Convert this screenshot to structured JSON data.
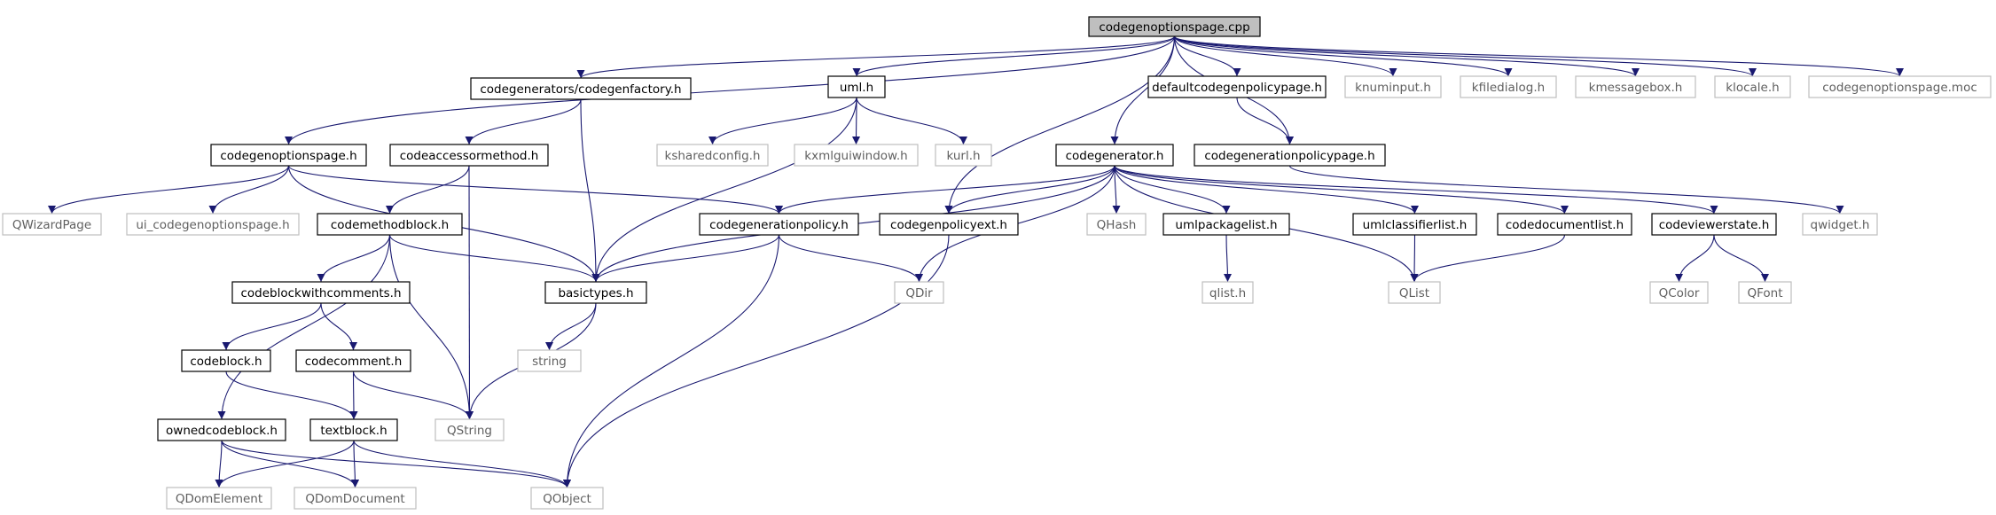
{
  "diagram": {
    "type": "include-dependency-graph",
    "colors": {
      "edge": "#191970",
      "root_fill": "#bfbfbf",
      "node_border": "#000000",
      "external_border": "#bfbfbf",
      "external_text": "#606060"
    },
    "nodes": [
      {
        "id": "root",
        "label": "codegenoptionspage.cpp",
        "kind": "root"
      },
      {
        "id": "codegenfactory",
        "label": "codegenerators/codegenfactory.h",
        "kind": "internal"
      },
      {
        "id": "umlh",
        "label": "uml.h",
        "kind": "internal"
      },
      {
        "id": "defaultpolicypage",
        "label": "defaultcodegenpolicypage.h",
        "kind": "internal"
      },
      {
        "id": "knuminput",
        "label": "knuminput.h",
        "kind": "external"
      },
      {
        "id": "kfiledialog",
        "label": "kfiledialog.h",
        "kind": "external"
      },
      {
        "id": "kmessagebox",
        "label": "kmessagebox.h",
        "kind": "external"
      },
      {
        "id": "klocale",
        "label": "klocale.h",
        "kind": "external"
      },
      {
        "id": "optmoc",
        "label": "codegenoptionspage.moc",
        "kind": "external"
      },
      {
        "id": "optpageh",
        "label": "codegenoptionspage.h",
        "kind": "internal"
      },
      {
        "id": "accessor",
        "label": "codeaccessormethod.h",
        "kind": "internal"
      },
      {
        "id": "ksharedconfig",
        "label": "ksharedconfig.h",
        "kind": "external"
      },
      {
        "id": "kxmlgui",
        "label": "kxmlguiwindow.h",
        "kind": "external"
      },
      {
        "id": "kurl",
        "label": "kurl.h",
        "kind": "external"
      },
      {
        "id": "generator",
        "label": "codegenerator.h",
        "kind": "internal"
      },
      {
        "id": "policypage",
        "label": "codegenerationpolicypage.h",
        "kind": "internal"
      },
      {
        "id": "qwizard",
        "label": "QWizardPage",
        "kind": "external"
      },
      {
        "id": "uiopt",
        "label": "ui_codegenoptionspage.h",
        "kind": "external"
      },
      {
        "id": "methodblock",
        "label": "codemethodblock.h",
        "kind": "internal"
      },
      {
        "id": "policy",
        "label": "codegenerationpolicy.h",
        "kind": "internal"
      },
      {
        "id": "policyext",
        "label": "codegenpolicyext.h",
        "kind": "internal"
      },
      {
        "id": "qhash",
        "label": "QHash",
        "kind": "external"
      },
      {
        "id": "pkglist",
        "label": "umlpackagelist.h",
        "kind": "internal"
      },
      {
        "id": "classlist",
        "label": "umlclassifierlist.h",
        "kind": "internal"
      },
      {
        "id": "doclist",
        "label": "codedocumentlist.h",
        "kind": "internal"
      },
      {
        "id": "viewerstate",
        "label": "codeviewerstate.h",
        "kind": "internal"
      },
      {
        "id": "qwidget",
        "label": "qwidget.h",
        "kind": "external"
      },
      {
        "id": "bwc",
        "label": "codeblockwithcomments.h",
        "kind": "internal"
      },
      {
        "id": "basictypes",
        "label": "basictypes.h",
        "kind": "internal"
      },
      {
        "id": "qdir",
        "label": "QDir",
        "kind": "external"
      },
      {
        "id": "qlisth",
        "label": "qlist.h",
        "kind": "external"
      },
      {
        "id": "qlist",
        "label": "QList",
        "kind": "external"
      },
      {
        "id": "qcolor",
        "label": "QColor",
        "kind": "external"
      },
      {
        "id": "qfont",
        "label": "QFont",
        "kind": "external"
      },
      {
        "id": "codeblock",
        "label": "codeblock.h",
        "kind": "internal"
      },
      {
        "id": "codecomment",
        "label": "codecomment.h",
        "kind": "internal"
      },
      {
        "id": "string",
        "label": "string",
        "kind": "external"
      },
      {
        "id": "owned",
        "label": "ownedcodeblock.h",
        "kind": "internal"
      },
      {
        "id": "textblock",
        "label": "textblock.h",
        "kind": "internal"
      },
      {
        "id": "qstring",
        "label": "QString",
        "kind": "external"
      },
      {
        "id": "qdomelement",
        "label": "QDomElement",
        "kind": "external"
      },
      {
        "id": "qdomdocument",
        "label": "QDomDocument",
        "kind": "external"
      },
      {
        "id": "qobject",
        "label": "QObject",
        "kind": "external"
      }
    ],
    "edges": [
      [
        "root",
        "codegenfactory"
      ],
      [
        "root",
        "umlh"
      ],
      [
        "root",
        "defaultpolicypage"
      ],
      [
        "root",
        "knuminput"
      ],
      [
        "root",
        "kfiledialog"
      ],
      [
        "root",
        "kmessagebox"
      ],
      [
        "root",
        "klocale"
      ],
      [
        "root",
        "optmoc"
      ],
      [
        "root",
        "optpageh"
      ],
      [
        "root",
        "generator"
      ],
      [
        "root",
        "policypage"
      ],
      [
        "root",
        "policyext"
      ],
      [
        "codegenfactory",
        "accessor"
      ],
      [
        "codegenfactory",
        "basictypes"
      ],
      [
        "umlh",
        "ksharedconfig"
      ],
      [
        "umlh",
        "kxmlgui"
      ],
      [
        "umlh",
        "kurl"
      ],
      [
        "umlh",
        "basictypes"
      ],
      [
        "defaultpolicypage",
        "policypage"
      ],
      [
        "optpageh",
        "qwizard"
      ],
      [
        "optpageh",
        "uiopt"
      ],
      [
        "optpageh",
        "policy"
      ],
      [
        "optpageh",
        "basictypes"
      ],
      [
        "accessor",
        "methodblock"
      ],
      [
        "accessor",
        "qstring"
      ],
      [
        "generator",
        "basictypes"
      ],
      [
        "generator",
        "policy"
      ],
      [
        "generator",
        "policyext"
      ],
      [
        "generator",
        "qhash"
      ],
      [
        "generator",
        "pkglist"
      ],
      [
        "generator",
        "classlist"
      ],
      [
        "generator",
        "doclist"
      ],
      [
        "generator",
        "viewerstate"
      ],
      [
        "generator",
        "qdir"
      ],
      [
        "generator",
        "qlist"
      ],
      [
        "policypage",
        "qwidget"
      ],
      [
        "methodblock",
        "bwc"
      ],
      [
        "methodblock",
        "basictypes"
      ],
      [
        "methodblock",
        "owned"
      ],
      [
        "methodblock",
        "qstring"
      ],
      [
        "policy",
        "basictypes"
      ],
      [
        "policy",
        "qdir"
      ],
      [
        "policy",
        "qobject"
      ],
      [
        "policyext",
        "qobject"
      ],
      [
        "pkglist",
        "qlisth"
      ],
      [
        "classlist",
        "qlist"
      ],
      [
        "doclist",
        "qlist"
      ],
      [
        "viewerstate",
        "qcolor"
      ],
      [
        "viewerstate",
        "qfont"
      ],
      [
        "bwc",
        "codeblock"
      ],
      [
        "bwc",
        "codecomment"
      ],
      [
        "basictypes",
        "string"
      ],
      [
        "basictypes",
        "qstring"
      ],
      [
        "codeblock",
        "textblock"
      ],
      [
        "codecomment",
        "textblock"
      ],
      [
        "codecomment",
        "qstring"
      ],
      [
        "owned",
        "qdomelement"
      ],
      [
        "owned",
        "qdomdocument"
      ],
      [
        "owned",
        "qobject"
      ],
      [
        "textblock",
        "qdomelement"
      ],
      [
        "textblock",
        "qdomdocument"
      ],
      [
        "textblock",
        "qobject"
      ]
    ]
  }
}
